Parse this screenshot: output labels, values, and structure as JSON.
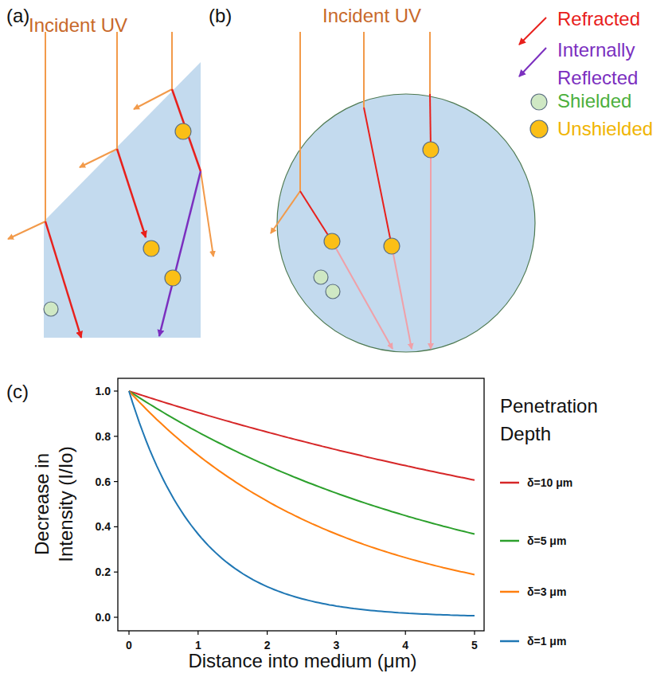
{
  "diagram": {
    "labels": [
      "(a)",
      "Incident UV",
      "(b)",
      "Incident UV",
      "(c)",
      "1.0",
      "0.8",
      "0.6",
      "0.4",
      "0.2",
      "0.0",
      "0",
      "1",
      "2",
      "3",
      "4",
      "5",
      "Decrease in Intensity (I/Io)",
      "Distance into medium (μm)",
      "Penetration Depth"
    ],
    "legend": [
      {
        "text": "Refracted"
      },
      {
        "text": "Internally Reflected"
      },
      {
        "text": "Shielded"
      },
      {
        "text": "Unshielded"
      },
      {
        "text": "δ=10 μm"
      },
      {
        "text": "δ=5 μm"
      },
      {
        "text": "δ=3 μm"
      },
      {
        "text": "δ=1 μm"
      }
    ]
  }
}
